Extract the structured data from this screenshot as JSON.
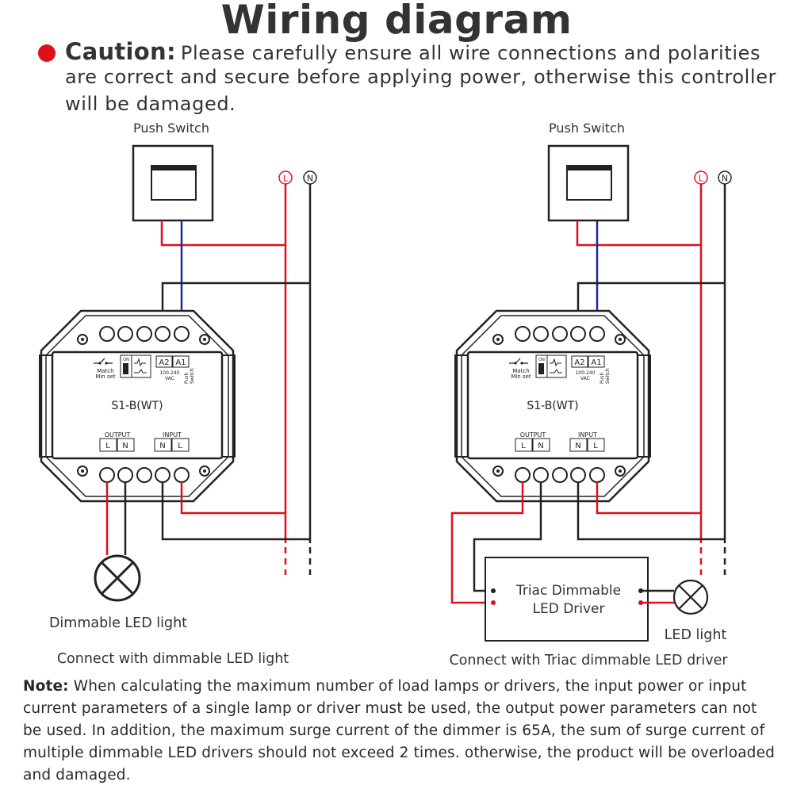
{
  "title": "Wiring diagram",
  "caution": {
    "label": "Caution:",
    "line1": "Please carefully ensure all wire connections and polarities",
    "line2": "are correct and secure before applying power, otherwise this controller",
    "line3": "will be damaged.",
    "color": "#e0101a"
  },
  "colors": {
    "live": "#e0101a",
    "control": "#1a2a9c",
    "neutral": "#222222"
  },
  "left_diagram": {
    "switch_label": "Push Switch",
    "terminal_L": "L",
    "terminal_N": "N",
    "device": {
      "model": "S1-B(WT)",
      "a2": "A2",
      "a1": "A1",
      "on": "ON",
      "match": "Match",
      "min_set": "Min set",
      "voltage1": "100-240",
      "voltage2": "VAC",
      "push1": "Push",
      "push2": "Switch",
      "output_label": "OUTPUT",
      "input_label": "INPUT",
      "out_L": "L",
      "out_N": "N",
      "in_N": "N",
      "in_L": "L"
    },
    "lamp_label": "Dimmable LED light",
    "caption": "Connect with dimmable LED light"
  },
  "right_diagram": {
    "switch_label": "Push Switch",
    "terminal_L": "L",
    "terminal_N": "N",
    "device": {
      "model": "S1-B(WT)",
      "a2": "A2",
      "a1": "A1",
      "on": "ON",
      "match": "Match",
      "min_set": "Min set",
      "voltage1": "100-240",
      "voltage2": "VAC",
      "push1": "Push",
      "push2": "Switch",
      "output_label": "OUTPUT",
      "input_label": "INPUT",
      "out_L": "L",
      "out_N": "N",
      "in_N": "N",
      "in_L": "L"
    },
    "driver_line1": "Triac Dimmable",
    "driver_line2": "LED Driver",
    "lamp_label": "LED light",
    "caption": "Connect with Triac dimmable LED driver"
  },
  "note": {
    "label": "Note:",
    "line1": "When calculating the maximum number of load lamps or drivers, the input power or input",
    "line2": "current parameters of a single lamp or driver must be used, the output power parameters can not",
    "line3": "be used. In addition, the maximum surge current of the dimmer is 65A, the sum of surge current of",
    "line4": "multiple dimmable LED drivers should not exceed 2 times. otherwise, the product will be overloaded",
    "line5": "and damaged."
  }
}
